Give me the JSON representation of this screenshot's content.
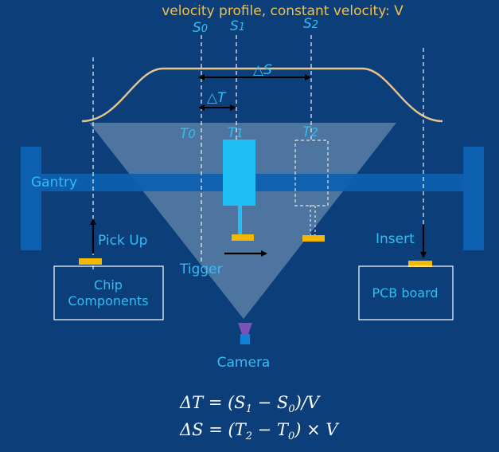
{
  "title": "velocity profile, constant velocity: V",
  "positions": {
    "s0": {
      "base": "S",
      "sub": "0"
    },
    "s1": {
      "base": "S",
      "sub": "1"
    },
    "s2": {
      "base": "S",
      "sub": "2"
    }
  },
  "times": {
    "t0": {
      "base": "T",
      "sub": "0"
    },
    "t1": {
      "base": "T",
      "sub": "1"
    },
    "t2": {
      "base": "T",
      "sub": "2"
    }
  },
  "delta_s": {
    "symbol": "△",
    "base": "S"
  },
  "delta_t": {
    "symbol": "△",
    "base": "T"
  },
  "labels": {
    "gantry": "Gantry",
    "pick_up": "Pick Up",
    "insert": "Insert",
    "trigger": "Tigger",
    "camera": "Camera",
    "chip_components_line1": "Chip",
    "chip_components_line2": "Components",
    "pcb_board": "PCB board"
  },
  "equations": {
    "dt": {
      "lhs": "ΔT = (S",
      "s1": "1",
      "mid": " − S",
      "s0": "0",
      "rhs": ")/V"
    },
    "ds": {
      "lhs": "ΔS = (T",
      "t2": "2",
      "mid": " − T",
      "t0": "0",
      "rhs": ") × V"
    }
  },
  "colors": {
    "background": "#0c3f7a",
    "title": "#f2c04a",
    "label_cyan": "#33bdf2",
    "gantry": "#0d5fb0",
    "head": "#1fbff5",
    "nozzle_tip": "#f5b800",
    "velocity_curve": "#e8c48e",
    "camera_lens": "#7a52b8",
    "camera_body": "#1280d6"
  }
}
